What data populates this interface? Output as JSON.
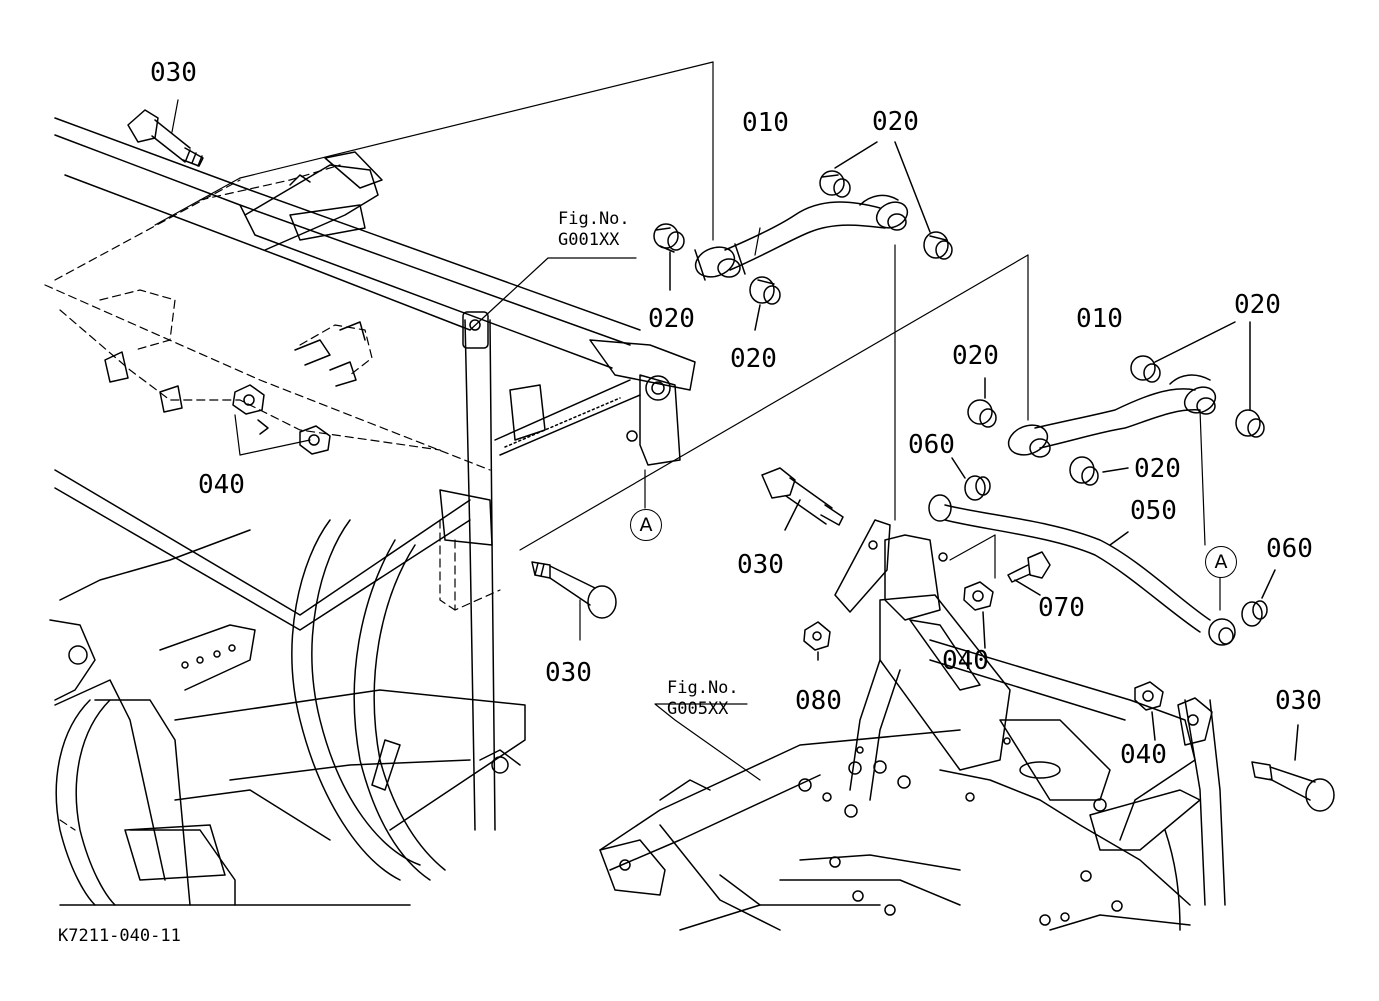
{
  "diagram": {
    "drawing_code": "K7211-040-11",
    "figure_refs": [
      {
        "line1": "Fig.No.",
        "line2": "G001XX"
      },
      {
        "line1": "Fig.No.",
        "line2": "G005XX"
      }
    ],
    "callouts": [
      {
        "id": "c1",
        "text": "030"
      },
      {
        "id": "c2",
        "text": "010"
      },
      {
        "id": "c3",
        "text": "020"
      },
      {
        "id": "c4",
        "text": "020"
      },
      {
        "id": "c5",
        "text": "020"
      },
      {
        "id": "c6",
        "text": "040"
      },
      {
        "id": "c7",
        "text": "030"
      },
      {
        "id": "c8",
        "text": "010"
      },
      {
        "id": "c9",
        "text": "020"
      },
      {
        "id": "c10",
        "text": "020"
      },
      {
        "id": "c11",
        "text": "020"
      },
      {
        "id": "c12",
        "text": "060"
      },
      {
        "id": "c13",
        "text": "050"
      },
      {
        "id": "c14",
        "text": "060"
      },
      {
        "id": "c15",
        "text": "030"
      },
      {
        "id": "c16",
        "text": "070"
      },
      {
        "id": "c17",
        "text": "040"
      },
      {
        "id": "c18",
        "text": "080"
      },
      {
        "id": "c19",
        "text": "040"
      },
      {
        "id": "c20",
        "text": "030"
      }
    ],
    "detail_marks": [
      {
        "id": "m1",
        "text": "A"
      },
      {
        "id": "m2",
        "text": "A"
      }
    ]
  }
}
